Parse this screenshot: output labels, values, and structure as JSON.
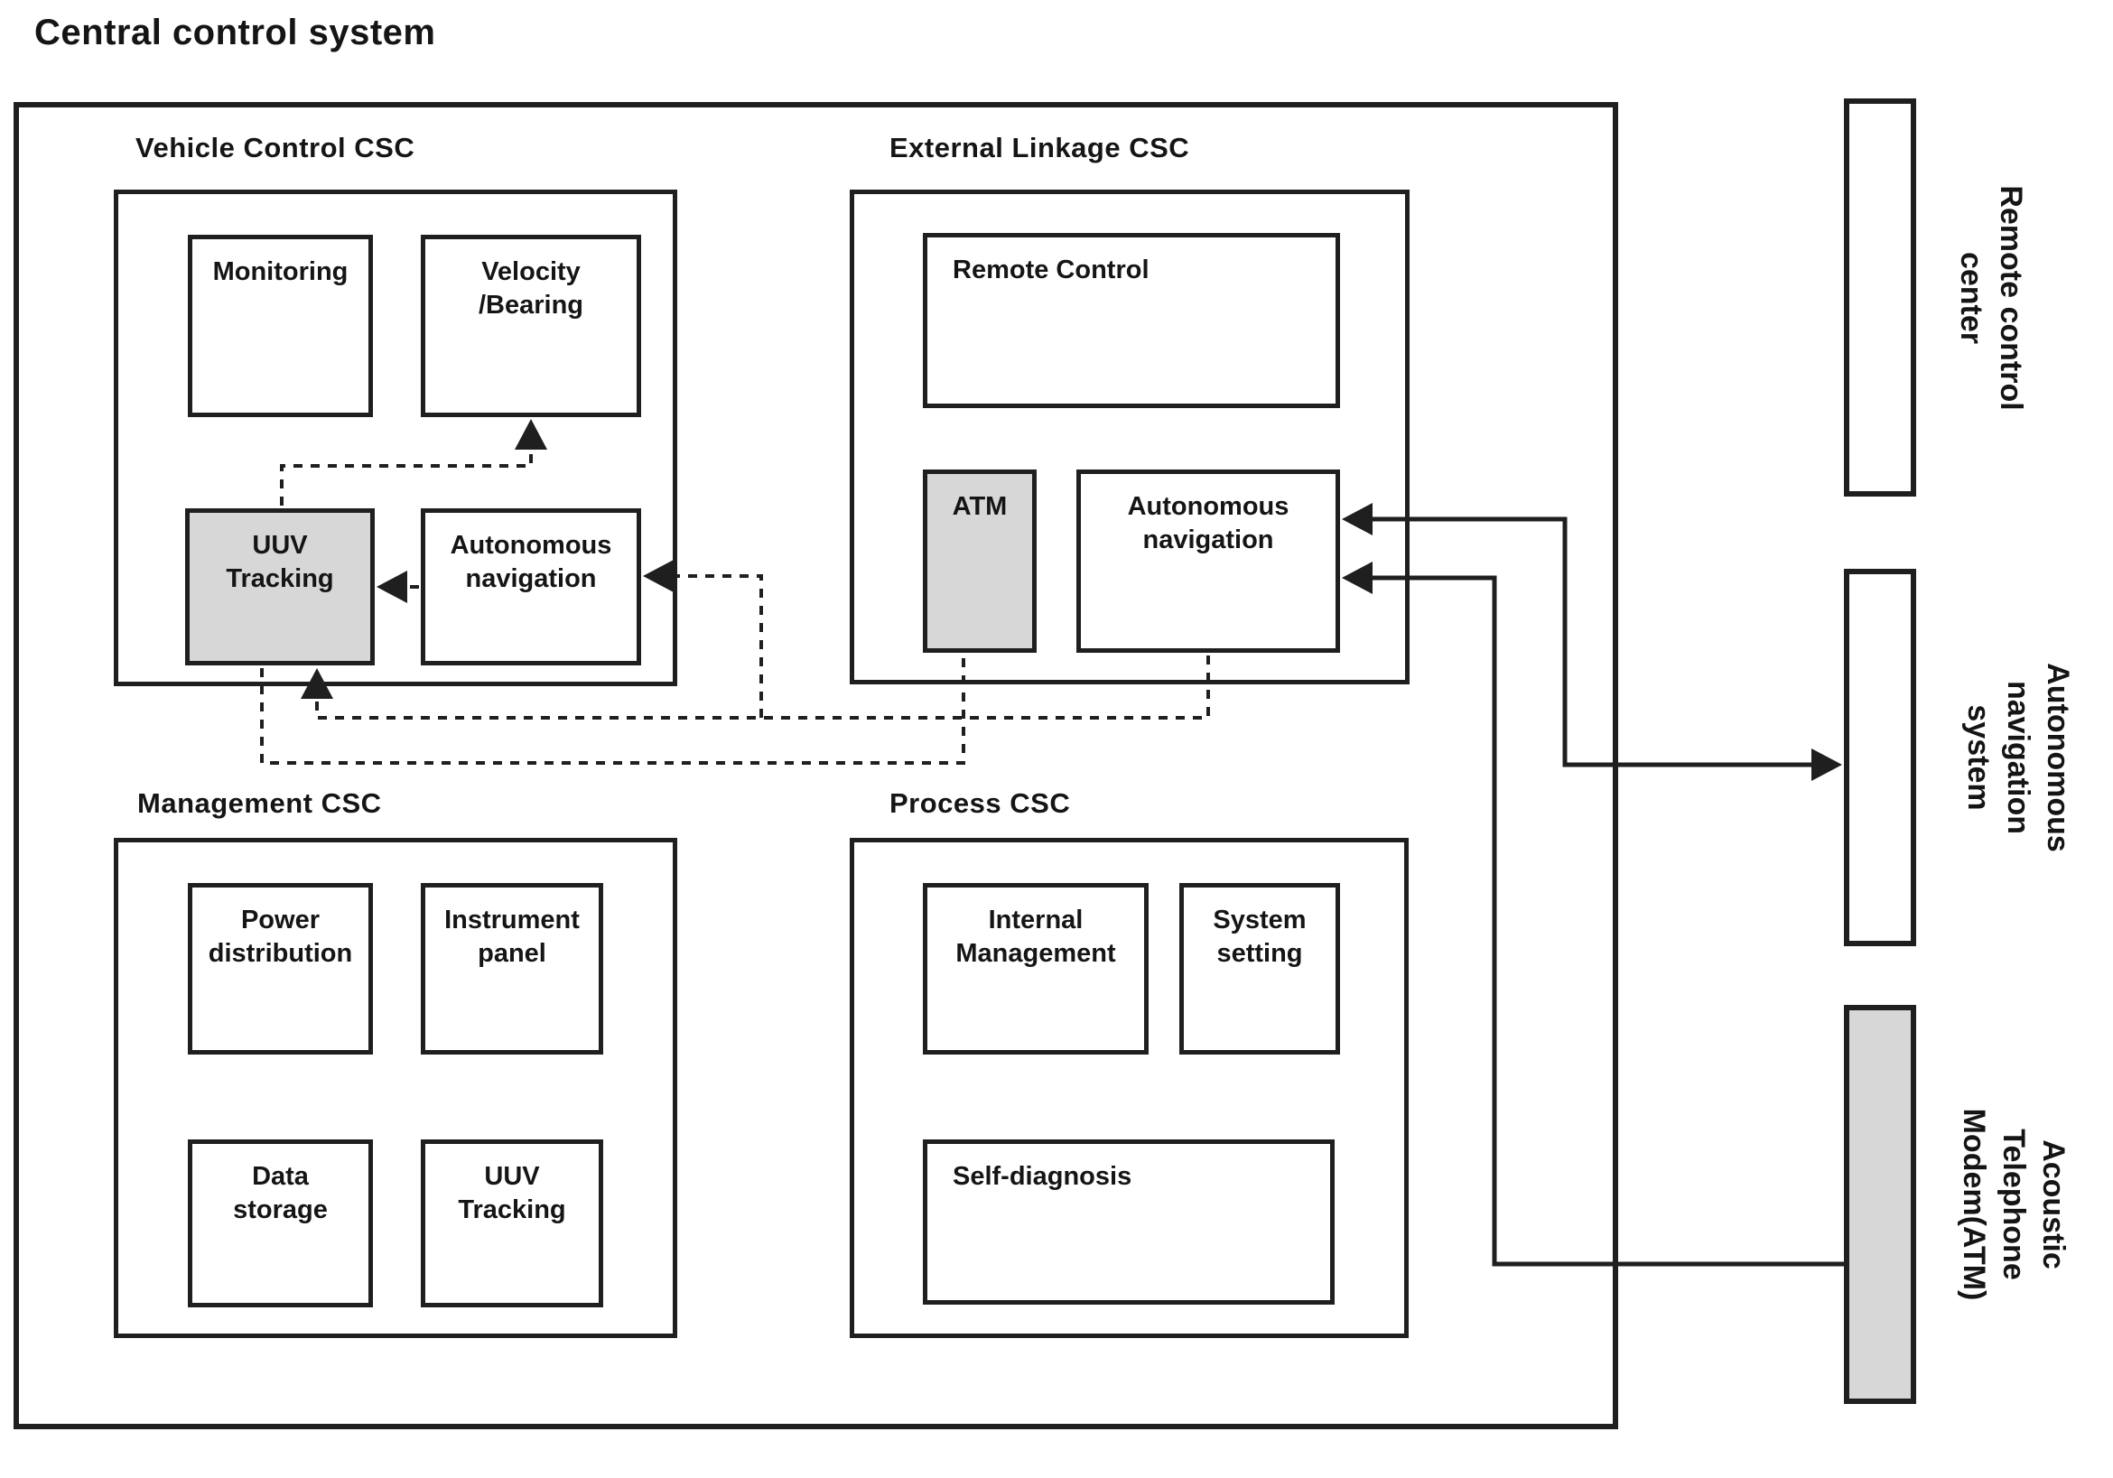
{
  "title": "Central control system",
  "sections": {
    "vehicle_control": {
      "title": "Vehicle Control CSC",
      "monitoring": "Monitoring",
      "velocity_bearing": "Velocity\n/Bearing",
      "uuv_tracking": "UUV\nTracking",
      "autonomous_navigation": "Autonomous\nnavigation"
    },
    "external_linkage": {
      "title": "External Linkage CSC",
      "remote_control": "Remote Control",
      "atm": "ATM",
      "autonomous_navigation": "Autonomous\nnavigation"
    },
    "management": {
      "title": "Management CSC",
      "power_distribution": "Power\ndistribution",
      "instrument_panel": "Instrument\npanel",
      "data_storage": "Data\nstorage",
      "uuv_tracking": "UUV\nTracking"
    },
    "process": {
      "title": "Process CSC",
      "internal_management": "Internal\nManagement",
      "system_setting": "System\nsetting",
      "self_diagnosis": "Self-diagnosis"
    }
  },
  "external_systems": {
    "remote_control_center": "Remote control\ncenter",
    "autonomous_navigation_system": "Autonomous\nnavigation\nsystem",
    "acoustic_telephone_modem": "Acoustic\nTelephone\nModem(ATM)"
  },
  "colors": {
    "line": "#1f1f1f",
    "shaded_fill": "#d7d7d7",
    "background": "#ffffff"
  }
}
